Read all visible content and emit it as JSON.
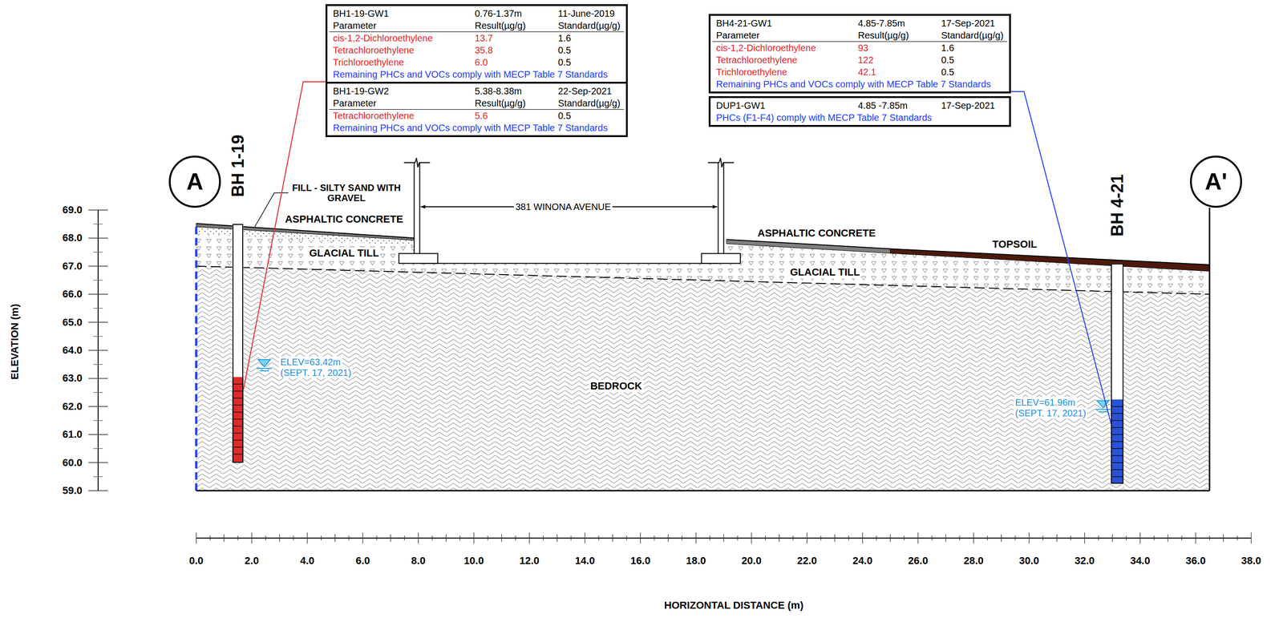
{
  "diagram": {
    "nodes": [
      {
        "text": [
          "BH1-19-GW1",
          "0.76-1.37m",
          "11-June-2019",
          "Parameter",
          "Result(µg/g)",
          "Standard(µg/g)",
          "cis-1,2-Dichloroethylene",
          "13.7",
          "1.6",
          "Tetrachloroethylene",
          "35.8",
          "0.5",
          "Trichloroethylene",
          "6.0",
          "0.5",
          "Remaining PHCs and VOCs comply with MECP Table 7 Standards"
        ]
      },
      {
        "text": [
          "BH1-19-GW2",
          "5.38-8.38m",
          "22-Sep-2021",
          "Parameter",
          "Result(µg/g)",
          "Standard(µg/g)",
          "Tetrachloroethylene",
          "5.6",
          "0.5",
          "Remaining PHCs and VOCs comply with MECP Table 7 Standards"
        ]
      },
      {
        "text": [
          "BH4-21-GW1",
          "4.85-7.85m",
          "17-Sep-2021",
          "Parameter",
          "Result(µg/g)",
          "Standard(µg/g)",
          "cis-1,2-Dichloroethylene",
          "93",
          "1.6",
          "Tetrachloroethylene",
          "122",
          "0.5",
          "Trichloroethylene",
          "42.1",
          "0.5",
          "Remaining PHCs and VOCs comply with MECP Table 7 Standards"
        ]
      },
      {
        "text": [
          "DUP1-GW1",
          "4.85 -7.85m",
          "17-Sep-2021",
          "PHCs (F1-F4) comply with MECP Table 7 Standards"
        ]
      },
      {
        "text": [
          "A"
        ]
      },
      {
        "text": [
          "BH 1-19"
        ]
      },
      {
        "text": [
          "A'"
        ]
      },
      {
        "text": [
          "BH 4-21"
        ]
      }
    ],
    "edges": [
      {
        "from": 0,
        "to": 5,
        "arrow": "none"
      },
      {
        "from": 2,
        "to": 7,
        "arrow": "none"
      }
    ],
    "labels": [
      "FILL - SILTY SAND WITH GRAVEL",
      "ASPHALTIC CONCRETE",
      "GLACIAL TILL",
      "381 WINONA AVENUE",
      "ASPHALTIC CONCRETE",
      "TOPSOIL",
      "GLACIAL TILL",
      "BEDROCK",
      "ELEV=63.42m",
      "(SEPT. 17, 2021)",
      "ELEV=61.96m",
      "(SEPT. 17, 2021)",
      "ELEVATION (m)",
      "69.0",
      "68.0",
      "67.0",
      "66.0",
      "65.0",
      "64.0",
      "63.0",
      "62.0",
      "61.0",
      "60.0",
      "59.0",
      "0.0",
      "2.0",
      "4.0",
      "6.0",
      "8.0",
      "10.0",
      "12.0",
      "14.0",
      "16.0",
      "18.0",
      "20.0",
      "22.0",
      "24.0",
      "26.0",
      "28.0",
      "30.0",
      "32.0",
      "34.0",
      "36.0",
      "38.0",
      "HORIZONTAL DISTANCE (m)"
    ]
  }
}
